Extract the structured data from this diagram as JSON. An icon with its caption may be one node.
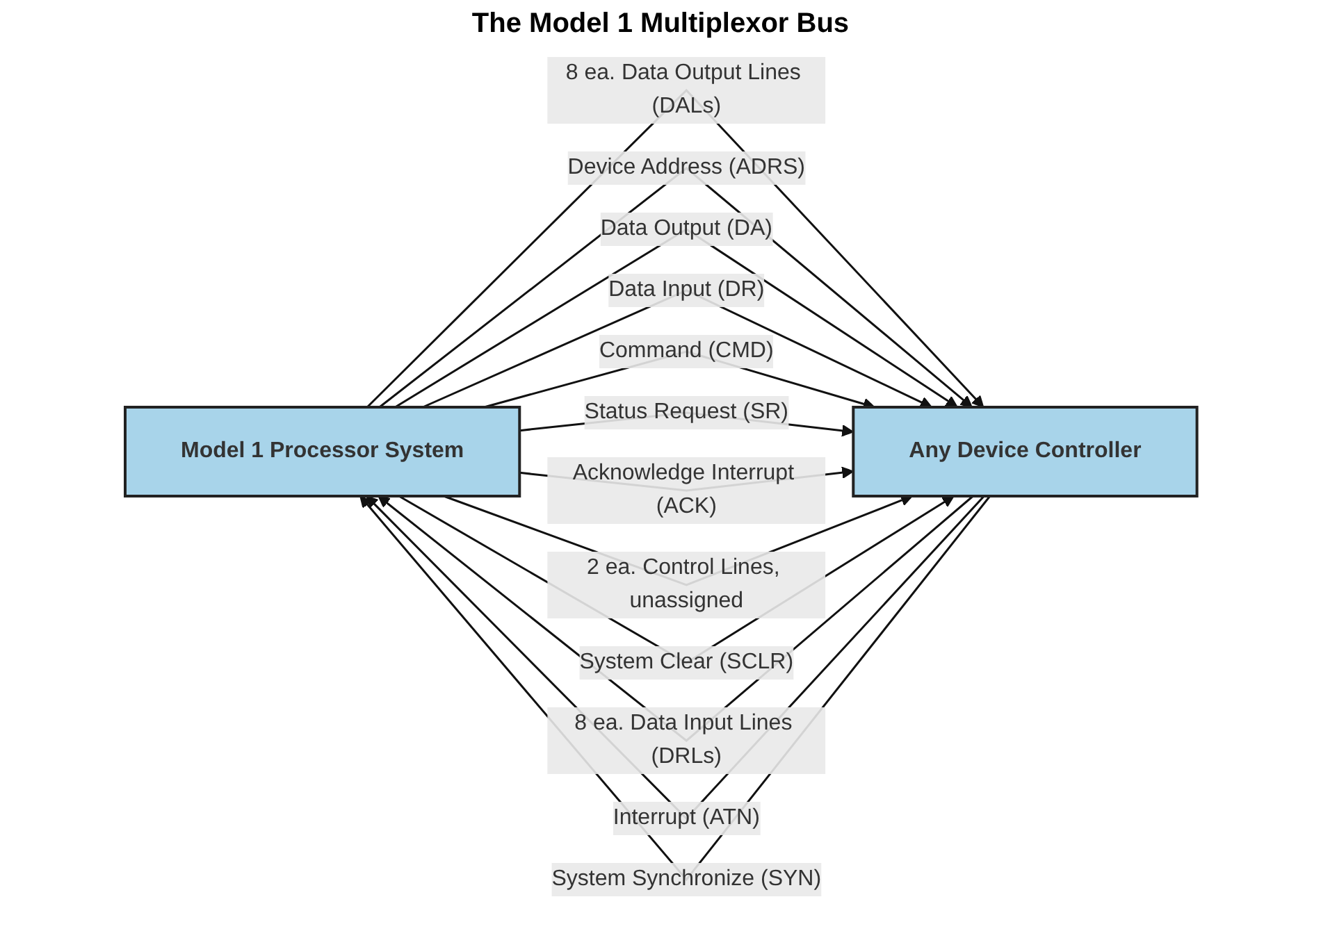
{
  "diagram": {
    "title": "The Model 1 Multiplexor Bus",
    "nodes": [
      {
        "text": [
          "Model 1 Processor System"
        ]
      },
      {
        "text": [
          "Any Device Controller"
        ]
      }
    ],
    "edges": [
      {
        "from": 1,
        "to": 0,
        "arrow": "to",
        "label": "8 ea. Data Input Lines (DRLs)"
      },
      {
        "from": 0,
        "to": 1,
        "arrow": "to",
        "label": "8 ea. Data Output Lines (DALs)"
      },
      {
        "from": 0,
        "to": 1,
        "arrow": "to",
        "label": "Device Address (ADRS)"
      },
      {
        "from": 0,
        "to": 1,
        "arrow": "to",
        "label": "Data Output (DA)"
      },
      {
        "from": 0,
        "to": 1,
        "arrow": "to",
        "label": "Data Input (DR)"
      },
      {
        "from": 0,
        "to": 1,
        "arrow": "to",
        "label": "Command (CMD)"
      },
      {
        "from": 0,
        "to": 1,
        "arrow": "to",
        "label": "Status Request (SR)"
      },
      {
        "from": 0,
        "to": 1,
        "arrow": "to",
        "label": "Acknowledge Interrupt (ACK)"
      },
      {
        "from": 0,
        "to": 1,
        "arrow": "to",
        "label": "2 ea. Control Lines, unassigned"
      },
      {
        "from": 1,
        "to": 0,
        "arrow": "to",
        "label": "Interrupt (ATN)"
      },
      {
        "from": 1,
        "to": 0,
        "arrow": "to",
        "label": "System Synchronize (SYN)"
      },
      {
        "from": 0,
        "to": 1,
        "arrow": "to",
        "label": "System Clear (SCLR)"
      }
    ]
  }
}
